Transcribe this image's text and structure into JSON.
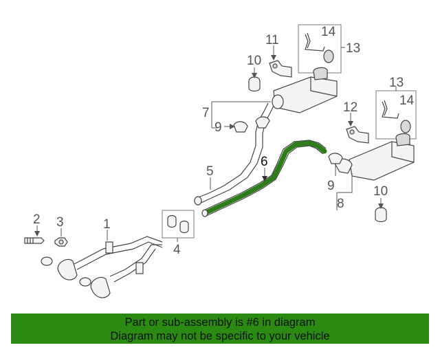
{
  "callouts": {
    "c1": "1",
    "c2": "2",
    "c3": "3",
    "c4": "4",
    "c5": "5",
    "c6": "6",
    "c7": "7",
    "c8": "8",
    "c9a": "9",
    "c9b": "9",
    "c10a": "10",
    "c10b": "10",
    "c11": "11",
    "c12": "12",
    "c13a": "13",
    "c13b": "13",
    "c14a": "14",
    "c14b": "14"
  },
  "highlighted_part": "6",
  "colors": {
    "highlight": "#2e7d1a",
    "footer_bg": "#2a8a12"
  },
  "footer": {
    "line1": "Part or sub-assembly is #6 in diagram",
    "line2": "Diagram may not be specific to your vehicle"
  }
}
